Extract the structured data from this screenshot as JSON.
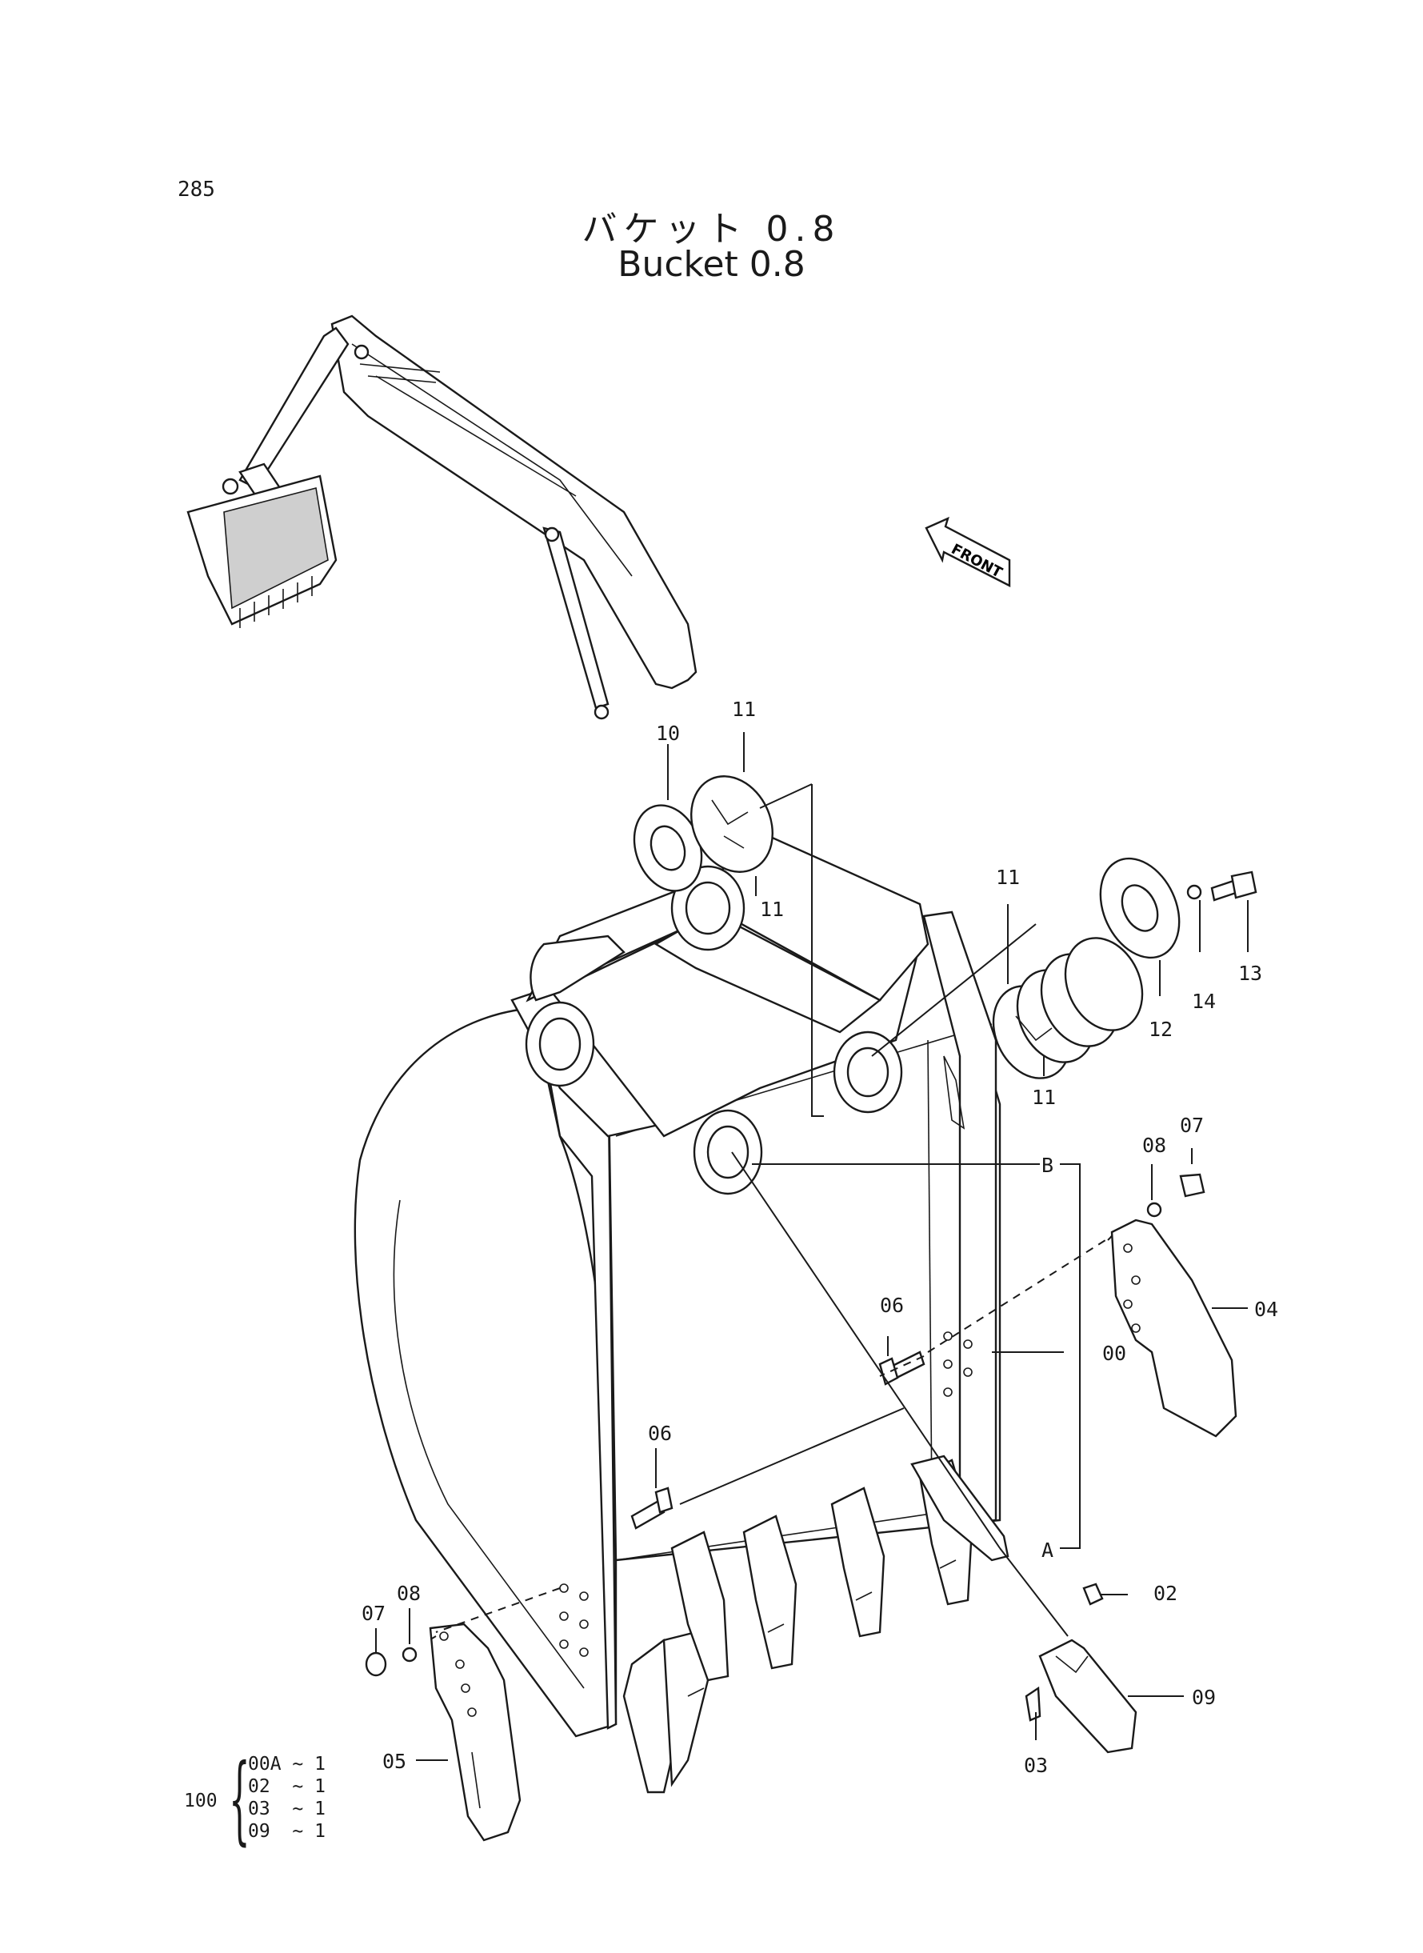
{
  "page_number": "285",
  "title_jp": "バケット 0.8",
  "title_en": "Bucket 0.8",
  "front_label": "FRONT",
  "callouts": {
    "c00": "00",
    "c02": "02",
    "c03": "03",
    "c04": "04",
    "c05": "05",
    "c06a": "06",
    "c06b": "06",
    "c07a": "07",
    "c07b": "07",
    "c08a": "08",
    "c08b": "08",
    "c09": "09",
    "c10": "10",
    "c11a": "11",
    "c11b": "11",
    "c11c": "11",
    "c11d": "11",
    "c12": "12",
    "c13": "13",
    "c14": "14",
    "cA": "A",
    "cB": "B"
  },
  "kit": {
    "quantity": "100",
    "items": [
      {
        "part": "00A",
        "sep": "~",
        "qty": "1"
      },
      {
        "part": "02",
        "sep": "~",
        "qty": "1"
      },
      {
        "part": "03",
        "sep": "~",
        "qty": "1"
      },
      {
        "part": "09",
        "sep": "~",
        "qty": "1"
      }
    ]
  }
}
